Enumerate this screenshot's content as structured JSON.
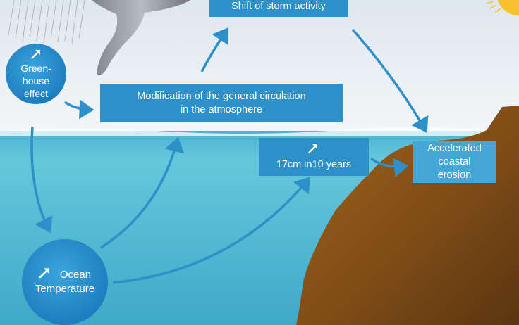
{
  "nodes": {
    "storm": "Shift of storm activity",
    "greenhouse": [
      "Green-",
      "house",
      "effect"
    ],
    "circulation": [
      "Modification of the general circulation",
      "in the atmosphere"
    ],
    "sea_level": "17cm in10 years",
    "erosion": [
      "Accelerated",
      "coastal",
      "erosion"
    ],
    "ocean": [
      "Ocean",
      "Temperature"
    ]
  },
  "icons": [
    "tornado-icon",
    "rain-icon",
    "sun-icon",
    "up-arrow-icon"
  ],
  "colors": {
    "box": "#2e90c8",
    "box_light": "#45a6d8",
    "arrow": "#2e90c8",
    "sea": "#5fc4dc",
    "land": "#8a5418",
    "sky": "#e9eef2"
  }
}
